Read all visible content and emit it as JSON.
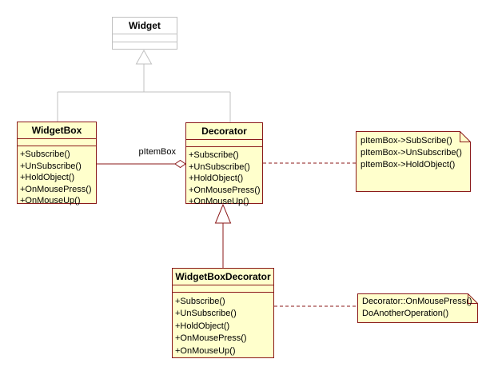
{
  "classes": {
    "widget": {
      "name": "Widget"
    },
    "widgetbox": {
      "name": "WidgetBox",
      "methods": [
        "+Subscribe()",
        "+UnSubscribe()",
        "+HoldObject()",
        "+OnMousePress()",
        "+OnMouseUp()"
      ]
    },
    "decorator": {
      "name": "Decorator",
      "methods": [
        "+Subscribe()",
        "+UnSubscribe()",
        "+HoldObject()",
        "+OnMousePress()",
        "+OnMouseUp()"
      ]
    },
    "widgetboxdecorator": {
      "name": "WidgetBoxDecorator",
      "methods": [
        "+Subscribe()",
        "+UnSubscribe()",
        "+HoldObject()",
        "+OnMousePress()",
        "+OnMouseUp()"
      ]
    }
  },
  "relationships": {
    "aggregation_label": "pItemBox"
  },
  "notes": {
    "decorator_note": {
      "lines": [
        "pItemBox->SubScribe()",
        "pItemBox->UnSubscribe()",
        "pItemBox->HoldObject()"
      ]
    },
    "widgetboxdecorator_note": {
      "lines": [
        "Decorator::OnMousePress()",
        "DoAnotherOperation()"
      ]
    }
  },
  "colors": {
    "class_fill": "#FFFFCC",
    "class_border": "#8B1A1A",
    "connector_maroon": "#8B1A1A",
    "generalization_gray": "#C0C0C0",
    "note_fill": "#FFFFCC",
    "background": "#FFFFFF",
    "text": "#000000"
  }
}
